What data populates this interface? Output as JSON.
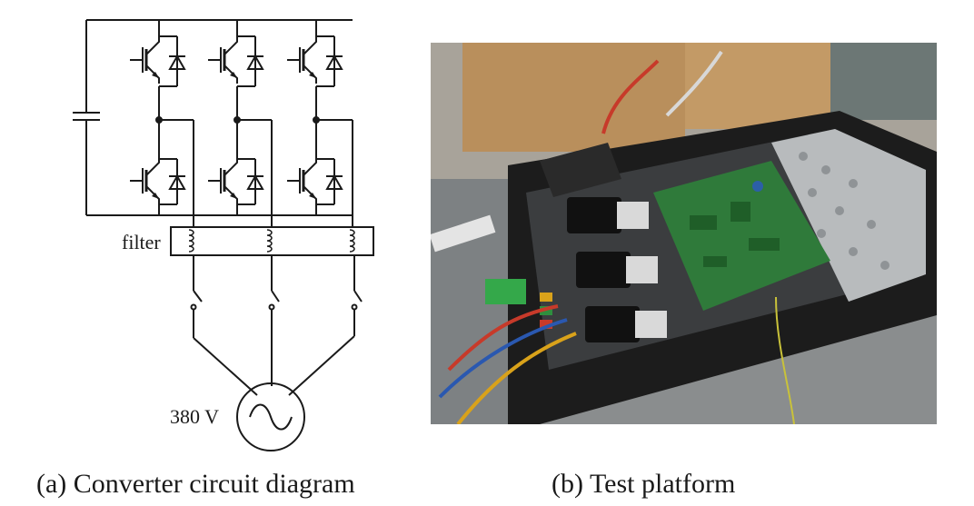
{
  "figure_a": {
    "caption": "(a) Converter circuit diagram",
    "filter_label": "filter",
    "source_label": "380 V"
  },
  "figure_b": {
    "caption": "(b) Test platform"
  },
  "colors": {
    "line": "#1a1a1a",
    "background": "#ffffff",
    "pcb": "#2f7a3a",
    "chassis": "#1c1c1c"
  }
}
